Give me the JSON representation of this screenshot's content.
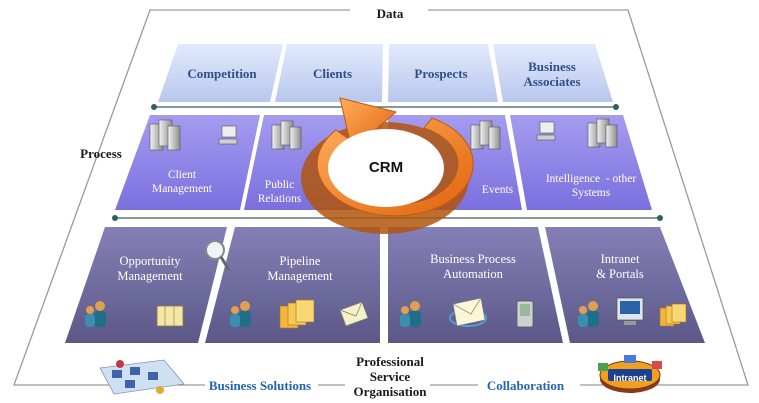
{
  "outer_labels": {
    "top": "Data",
    "left": "Process",
    "bottom_center": [
      "Professional",
      "Service",
      "Organisation"
    ],
    "bottom_left": "Business Solutions",
    "bottom_right": "Collaboration"
  },
  "row1": [
    [
      "Competition"
    ],
    [
      "Clients"
    ],
    [
      "Prospects"
    ],
    [
      "Business",
      "Associates"
    ]
  ],
  "row2": [
    [
      "Client",
      "Management"
    ],
    [
      "Public",
      "Relations"
    ],
    [
      "Events"
    ],
    [
      "Intelligence  - other",
      "Systems"
    ]
  ],
  "row3": [
    [
      "Opportunity",
      "Management"
    ],
    [
      "Pipeline",
      "Management"
    ],
    [
      "Business Process",
      "Automation"
    ],
    [
      "Intranet",
      "& Portals"
    ]
  ],
  "center": "CRM",
  "intranet_badge": "Intranet",
  "colors": {
    "row1_tile": "#c9d6f3",
    "row2_tile": "#8f84e6",
    "row3_tile": "#6e6a9e",
    "crm_arrow": "#f07a1c",
    "frame_line": "#9a9a9a",
    "label_blue": "#2464b4"
  }
}
